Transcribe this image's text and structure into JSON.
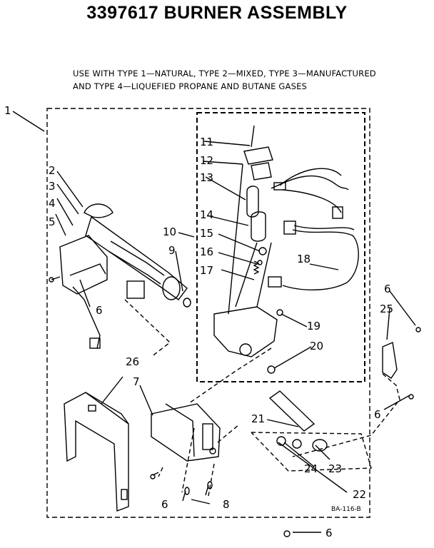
{
  "title": "3397617 BURNER ASSEMBLY",
  "subtitle_line1": "USE WITH TYPE 1—NATURAL, TYPE 2—MIXED, TYPE 3—MANUFACTURED",
  "subtitle_line2": "AND TYPE 4—LIQUEFIED PROPANE AND BUTANE GASES",
  "callouts": [
    "1",
    "2",
    "3",
    "4",
    "5",
    "6",
    "7",
    "8",
    "9",
    "10",
    "11",
    "12",
    "13",
    "14",
    "15",
    "16",
    "17",
    "18",
    "19",
    "20",
    "21",
    "22",
    "23",
    "24",
    "25",
    "26"
  ],
  "extra_callout_six": "6",
  "drawing_ref": "BA-116-B"
}
